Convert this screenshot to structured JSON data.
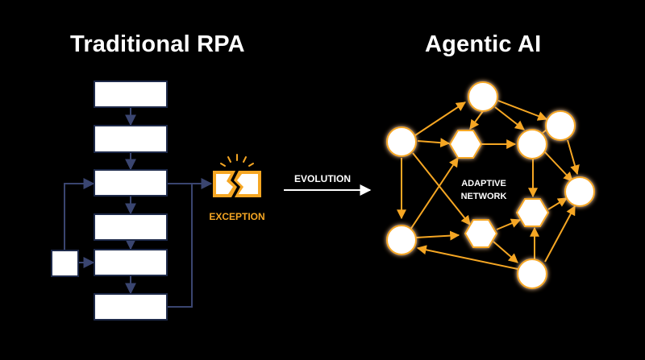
{
  "left_panel": {
    "title": "Traditional RPA",
    "exception_label": "EXCEPTION"
  },
  "center": {
    "evolution_label": "EVOLUTION"
  },
  "right_panel": {
    "title": "Agentic AI",
    "network_label_line1": "ADAPTIVE",
    "network_label_line2": "NETWORK"
  },
  "colors": {
    "background": "#000000",
    "rpa_accent": "#1e2a4a",
    "rpa_lines": "#3a4570",
    "agentic_accent": "#f5a623",
    "node_fill": "#ffffff",
    "text": "#ffffff"
  },
  "icons": [
    "broken-box-icon",
    "arrow-right-icon"
  ]
}
